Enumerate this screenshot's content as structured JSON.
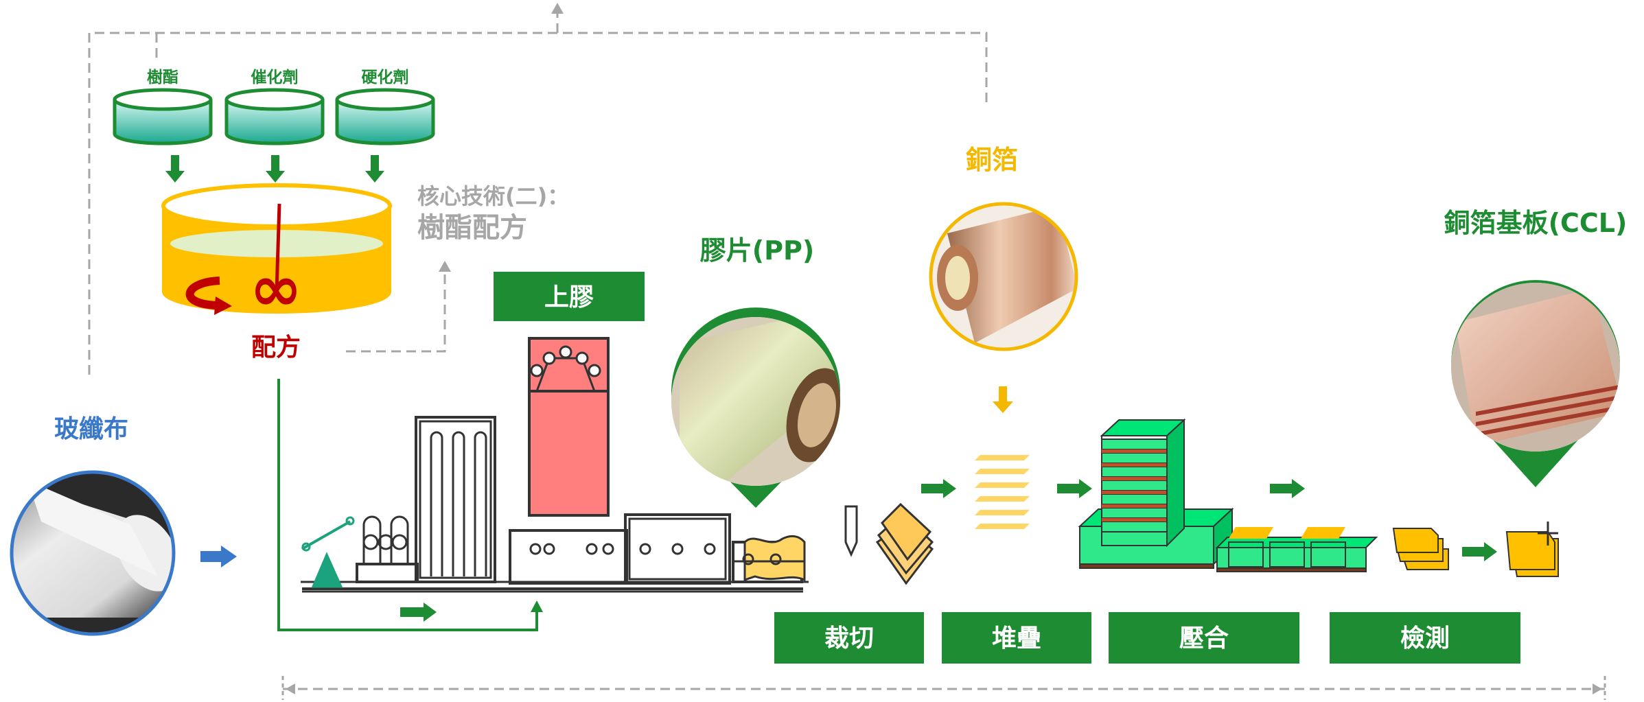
{
  "ingredients": {
    "resin": "樹酯",
    "catalyst": "催化劑",
    "hardener": "硬化劑"
  },
  "core_tech": {
    "line1": "核心技術(二)：",
    "line2": "樹酯配方"
  },
  "formula_label": "配方",
  "glass_cloth_label": "玻纖布",
  "coating_label": "上膠",
  "prepreg_label": "膠片(PP)",
  "copper_foil_label": "銅箔",
  "ccl_label": "銅箔基板(CCL)",
  "steps": [
    "裁切",
    "堆疊",
    "壓合",
    "檢測"
  ],
  "colors": {
    "green": "#1e8c32",
    "blue": "#3a78c9",
    "gold": "#f5b800",
    "red": "#c00000",
    "gray": "#a6a6a6"
  }
}
